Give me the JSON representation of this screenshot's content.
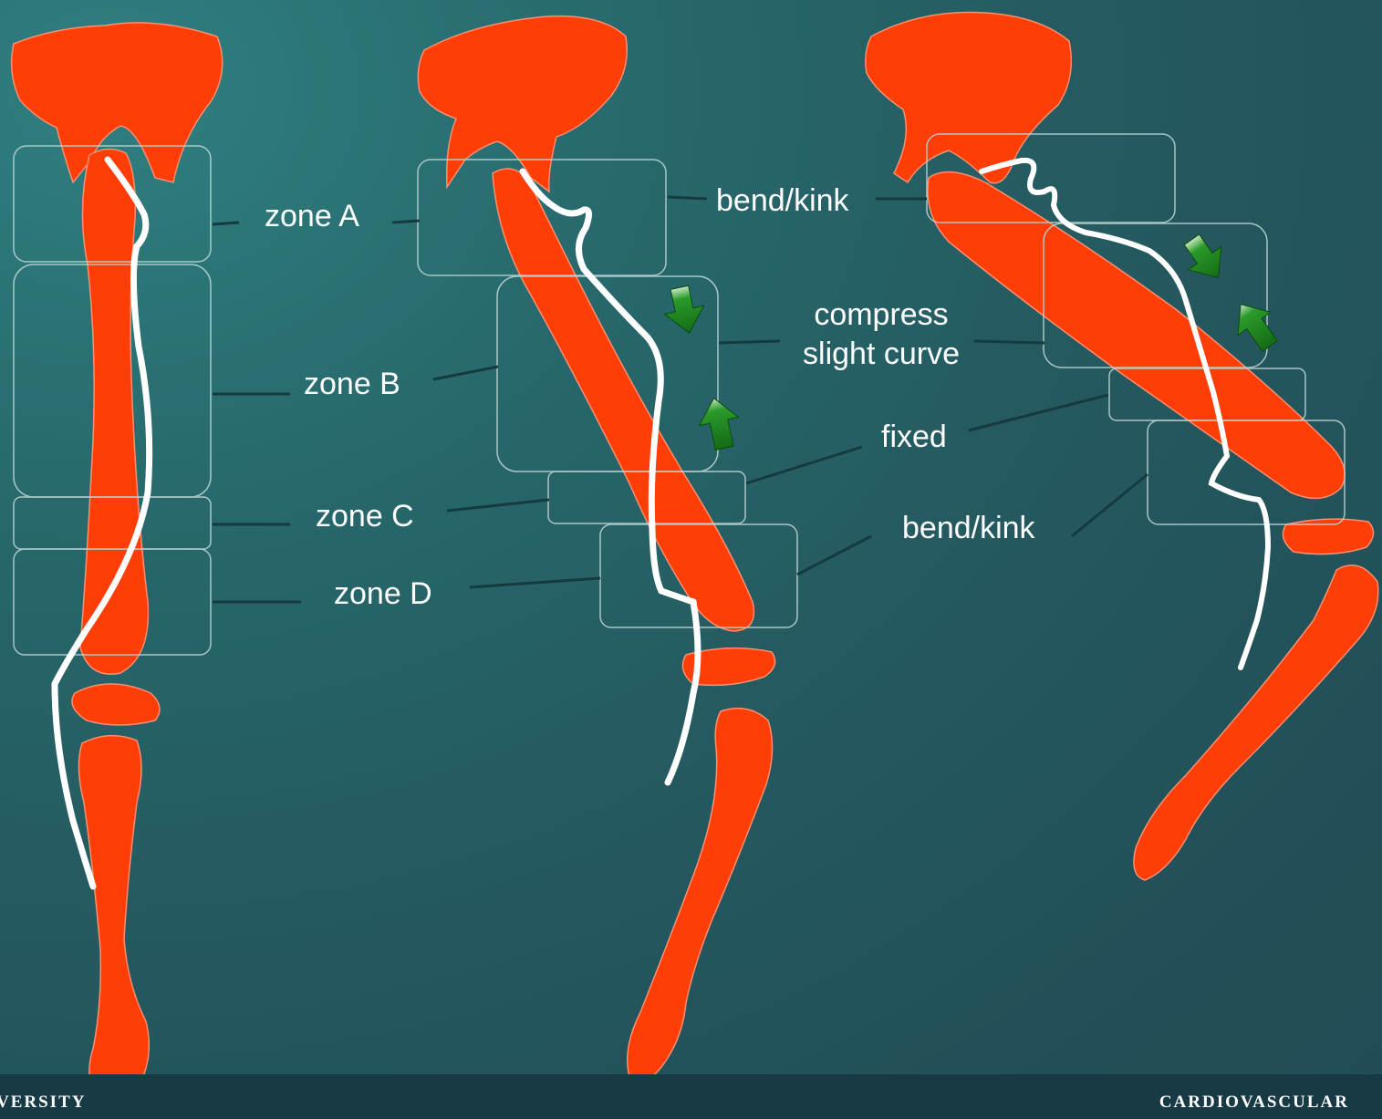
{
  "labels": {
    "zone_a": "zone A",
    "zone_b": "zone B",
    "zone_c": "zone C",
    "zone_d": "zone D",
    "bend_kink_top": "bend/kink",
    "compress": "compress",
    "slight_curve": "slight curve",
    "fixed": "fixed",
    "bend_kink_bottom": "bend/kink"
  },
  "footer": {
    "left": "VERSITY",
    "right": "CARDIOVASCULAR"
  },
  "colors": {
    "bone": "#ff3d07",
    "stent": "#ffffff",
    "arrow": "#1f8a1f",
    "zone_box": "#b9d2d2",
    "leader_line": "#153a40"
  }
}
